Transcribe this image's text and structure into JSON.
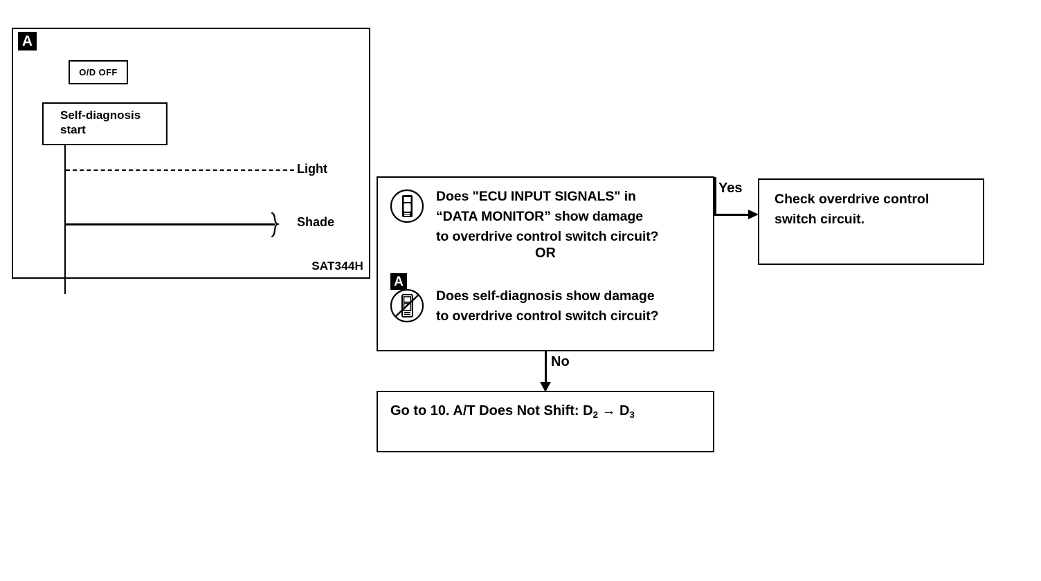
{
  "illustration": {
    "ref_badge": "A",
    "od_off_label": "O/D OFF",
    "self_diagnosis_label": "Self-diagnosis\nstart",
    "self_diagnosis_line1": "Self-diagnosis",
    "self_diagnosis_line2": "start",
    "light_label": "Light",
    "shade_label": "Shade",
    "figure_code": "SAT344H",
    "icons": {
      "shade_brace": "brace-tick-icon"
    }
  },
  "flow": {
    "question_box": {
      "rows": [
        {
          "icon": "consult-tool-icon",
          "lines": [
            "Does \"ECU INPUT SIGNALS\" in",
            "“DATA MONITOR” show damage",
            "to overdrive control switch circuit?"
          ]
        },
        {
          "icon": "no-consult-tool-icon",
          "ref_badge": "A",
          "lines": [
            "Does self-diagnosis show damage",
            "to overdrive control switch circuit?"
          ]
        }
      ],
      "or_label": "OR"
    },
    "branches": {
      "yes_label": "Yes",
      "no_label": "No"
    },
    "result_box": {
      "line1": "Check overdrive control",
      "line2": "switch circuit."
    },
    "goto_box": {
      "prefix": "Go to 10. A/T Does Not Shift: D",
      "sub1": "2",
      "arrow": " → D",
      "sub2": "3"
    }
  },
  "colors": {
    "ink": "#000000",
    "paper": "#ffffff"
  }
}
